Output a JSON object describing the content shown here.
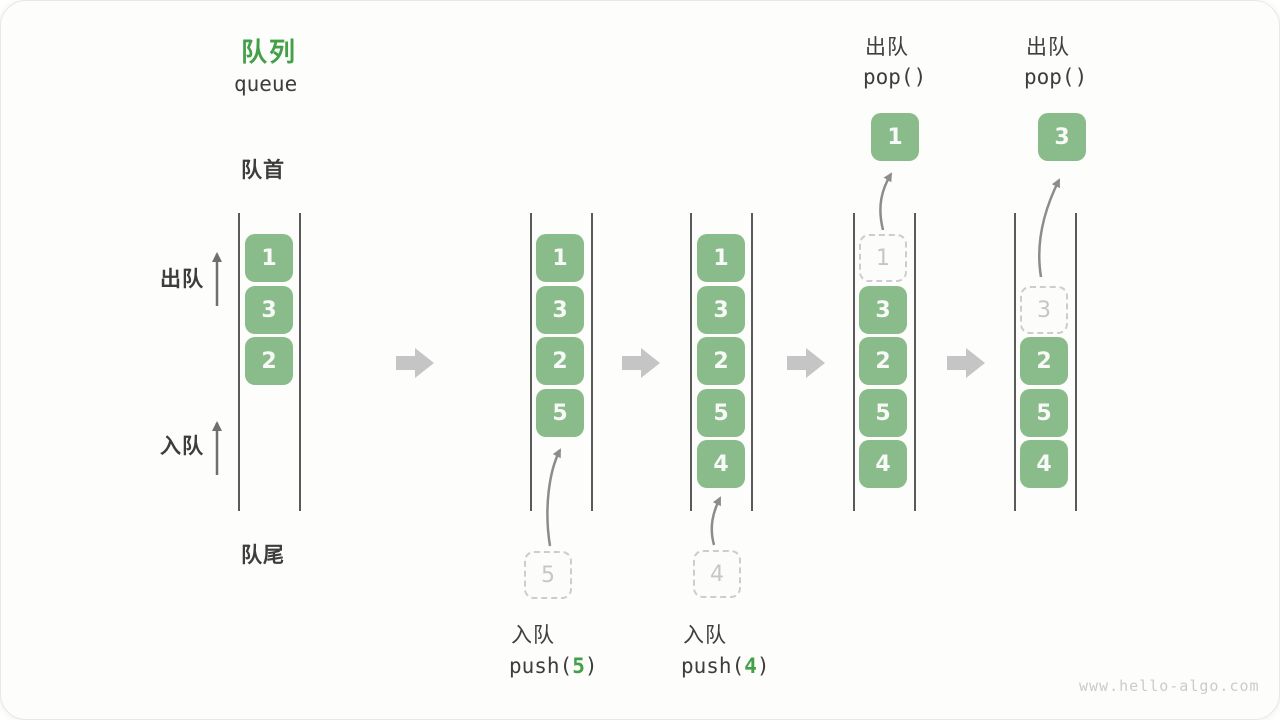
{
  "title": {
    "zh": "队列",
    "en": "queue"
  },
  "labels": {
    "front": "队首",
    "rear": "队尾",
    "dequeue": "出队",
    "enqueue": "入队"
  },
  "states": {
    "s1": {
      "cells": [
        "1",
        "3",
        "2"
      ]
    },
    "s2": {
      "cells": [
        "1",
        "3",
        "2",
        "5"
      ],
      "ghost": "5"
    },
    "s3": {
      "cells": [
        "1",
        "3",
        "2",
        "5",
        "4"
      ],
      "ghost": "4"
    },
    "s4": {
      "cells": [
        "3",
        "2",
        "5",
        "4"
      ],
      "ghost": "1",
      "popped": "1"
    },
    "s5": {
      "cells": [
        "2",
        "5",
        "4"
      ],
      "ghost": "3",
      "popped": "3"
    }
  },
  "operations": {
    "push5": {
      "label": "入队",
      "fn": "push(",
      "arg": "5",
      "close": ")"
    },
    "push4": {
      "label": "入队",
      "fn": "push(",
      "arg": "4",
      "close": ")"
    },
    "pop1": {
      "label": "出队",
      "code": "pop()"
    },
    "pop2": {
      "label": "出队",
      "code": "pop()"
    }
  },
  "watermark": "www.hello-algo.com",
  "colors": {
    "accent_green": "#43a047",
    "cell_green": "#8abb8a",
    "text_dark": "#3d3d3d",
    "ghost_gray": "#c6c6c6",
    "step_arrow_gray": "#c5c5c5",
    "curve_arrow_gray": "#8c8c8c",
    "wall_gray": "#5a5a5a"
  }
}
